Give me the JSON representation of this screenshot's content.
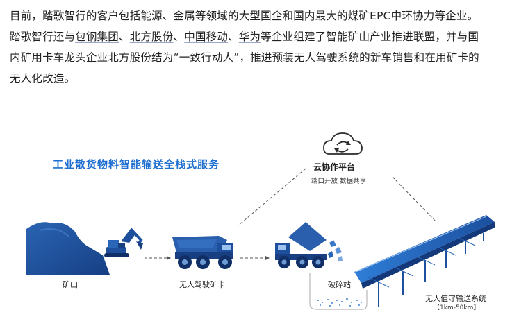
{
  "article": {
    "line1": "目前，踏歌智行的客户包括能源、金属等领域的大型国企和国内最大的煤矿EPC中环协力等企业。",
    "line2_pre": "踏歌智行还与",
    "line2_link1": "包钢集团",
    "line2_sep1": "、",
    "line2_link2": "北方股份",
    "line2_sep2": "、",
    "line2_link3": "中国移动",
    "line2_sep3": "、",
    "line2_link4": "华为",
    "line2_post": "等企业组建了智能矿山产业推进联盟，并与国",
    "line3": "内矿用卡车龙头企业北方股份结为“一致行动人”，推进预装无人驾驶系统的新车销售和在用矿卡的",
    "line4": "无人化改造。"
  },
  "diagram": {
    "headline": "工业散货物料智能输送全栈式服务",
    "cloud_title": "云协作平台",
    "cloud_subtitle": "端口开放  数据共享",
    "labels": {
      "mine": "矿山",
      "truck": "无人驾驶矿卡",
      "crusher": "破碎站",
      "conveyor": "无人值守输送系统",
      "conveyor_range": "【1km-50km】"
    },
    "colors": {
      "primary": "#1f4f9a",
      "accent": "#2d7fd6",
      "dashed": "#555555"
    },
    "icons": [
      "cloud-sync-icon",
      "excavator-icon",
      "mining-truck-icon",
      "dump-truck-icon",
      "conveyor-icon"
    ]
  }
}
